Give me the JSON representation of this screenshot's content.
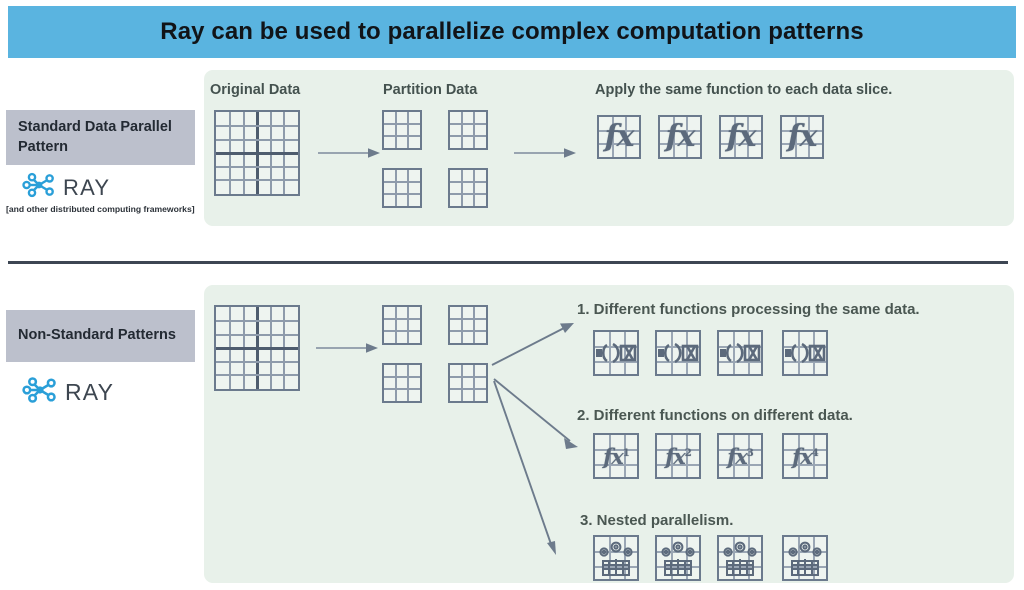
{
  "header": {
    "title": "Ray can be used to parallelize complex computation patterns",
    "bg_color": "#5ab4e0"
  },
  "sidebar": {
    "top": {
      "badge_label": "Standard Data Parallel Pattern",
      "logo_text": "RAY",
      "caption": "[and other distributed computing frameworks]",
      "badge_color": "#bcc0cc",
      "logo_color": "#2a9fd8"
    },
    "bottom": {
      "badge_label": "Non-Standard Patterns",
      "logo_text": "RAY",
      "badge_color": "#bcc0cc",
      "logo_color": "#2a9fd8"
    }
  },
  "panel_top": {
    "bg_color": "#e8f1ea",
    "columns": [
      {
        "label": "Original Data"
      },
      {
        "label": "Partition Data"
      },
      {
        "label": "Apply the same function to each data slice."
      }
    ],
    "original_grid": {
      "rows": 6,
      "cols": 6,
      "major_split": true
    },
    "partitions": [
      {
        "rows": 3,
        "cols": 3
      },
      {
        "rows": 3,
        "cols": 3
      },
      {
        "rows": 3,
        "cols": 3
      },
      {
        "rows": 3,
        "cols": 3
      }
    ],
    "function_tiles": [
      {
        "glyph": "fx"
      },
      {
        "glyph": "fx"
      },
      {
        "glyph": "fx"
      },
      {
        "glyph": "fx"
      }
    ]
  },
  "panel_bottom": {
    "bg_color": "#e8f1ea",
    "original_grid": {
      "rows": 6,
      "cols": 6,
      "major_split": true
    },
    "partitions": [
      {
        "rows": 3,
        "cols": 3
      },
      {
        "rows": 3,
        "cols": 3
      },
      {
        "rows": 3,
        "cols": 3
      },
      {
        "rows": 3,
        "cols": 3
      }
    ],
    "items": [
      {
        "label": "1. Different functions processing the same data.",
        "tiles": [
          {
            "icon": "function-of-x-icon"
          },
          {
            "icon": "function-of-x-icon"
          },
          {
            "icon": "function-of-x-icon"
          },
          {
            "icon": "function-of-x-icon"
          }
        ]
      },
      {
        "label": "2. Different functions on different data.",
        "tiles": [
          {
            "glyph": "fx",
            "superscript": "1"
          },
          {
            "glyph": "fx",
            "superscript": "2"
          },
          {
            "glyph": "fx",
            "superscript": "3"
          },
          {
            "glyph": "fx",
            "superscript": "4"
          }
        ]
      },
      {
        "label": "3. Nested parallelism.",
        "tiles": [
          {
            "icon": "gears-nested-grid-icon"
          },
          {
            "icon": "gears-nested-grid-icon"
          },
          {
            "icon": "gears-nested-grid-icon"
          },
          {
            "icon": "gears-nested-grid-icon"
          }
        ]
      }
    ]
  },
  "divider": {
    "color": "#3d4653"
  }
}
